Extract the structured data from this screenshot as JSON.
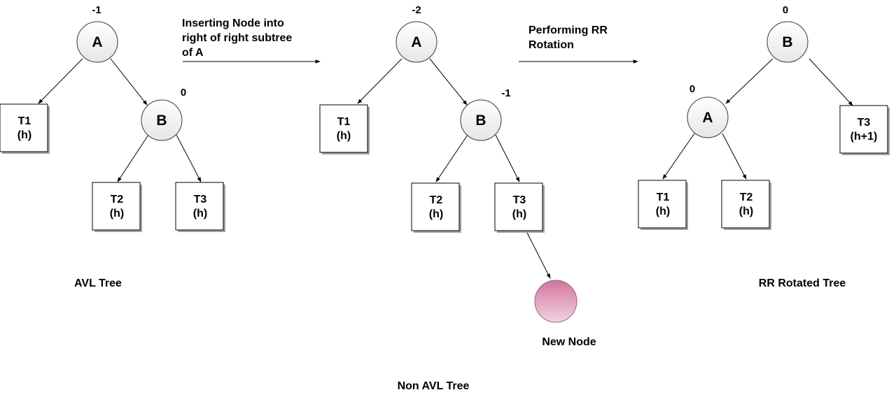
{
  "trees": {
    "avl": {
      "caption": "AVL Tree",
      "node_a": {
        "label": "A",
        "balance": "-1"
      },
      "node_b": {
        "label": "B",
        "balance": "0"
      },
      "t1": {
        "line1": "T1",
        "line2": "(h)"
      },
      "t2": {
        "line1": "T2",
        "line2": "(h)"
      },
      "t3": {
        "line1": "T3",
        "line2": "(h)"
      }
    },
    "non_avl": {
      "caption": "Non AVL Tree",
      "node_a": {
        "label": "A",
        "balance": "-2"
      },
      "node_b": {
        "label": "B",
        "balance": "-1"
      },
      "t1": {
        "line1": "T1",
        "line2": "(h)"
      },
      "t2": {
        "line1": "T2",
        "line2": "(h)"
      },
      "t3": {
        "line1": "T3",
        "line2": "(h)"
      },
      "new_node_label": "New Node"
    },
    "rotated": {
      "caption": "RR Rotated Tree",
      "node_b": {
        "label": "B",
        "balance": "0"
      },
      "node_a": {
        "label": "A",
        "balance": "0"
      },
      "t1": {
        "line1": "T1",
        "line2": "(h)"
      },
      "t2": {
        "line1": "T2",
        "line2": "(h)"
      },
      "t3": {
        "line1": "T3",
        "line2": "(h+1)"
      }
    }
  },
  "transitions": {
    "insert": {
      "line1": "Inserting Node into",
      "line2": "right of right subtree",
      "line3": "of A"
    },
    "rotate": {
      "line1": "Performing RR",
      "line2": "Rotation"
    }
  },
  "colors": {
    "node_fill_top": "#ffffff",
    "node_fill_bottom": "#e6e6e6",
    "new_node_top": "#d5739d",
    "new_node_bottom": "#f0d5e2",
    "line": "#000000"
  }
}
